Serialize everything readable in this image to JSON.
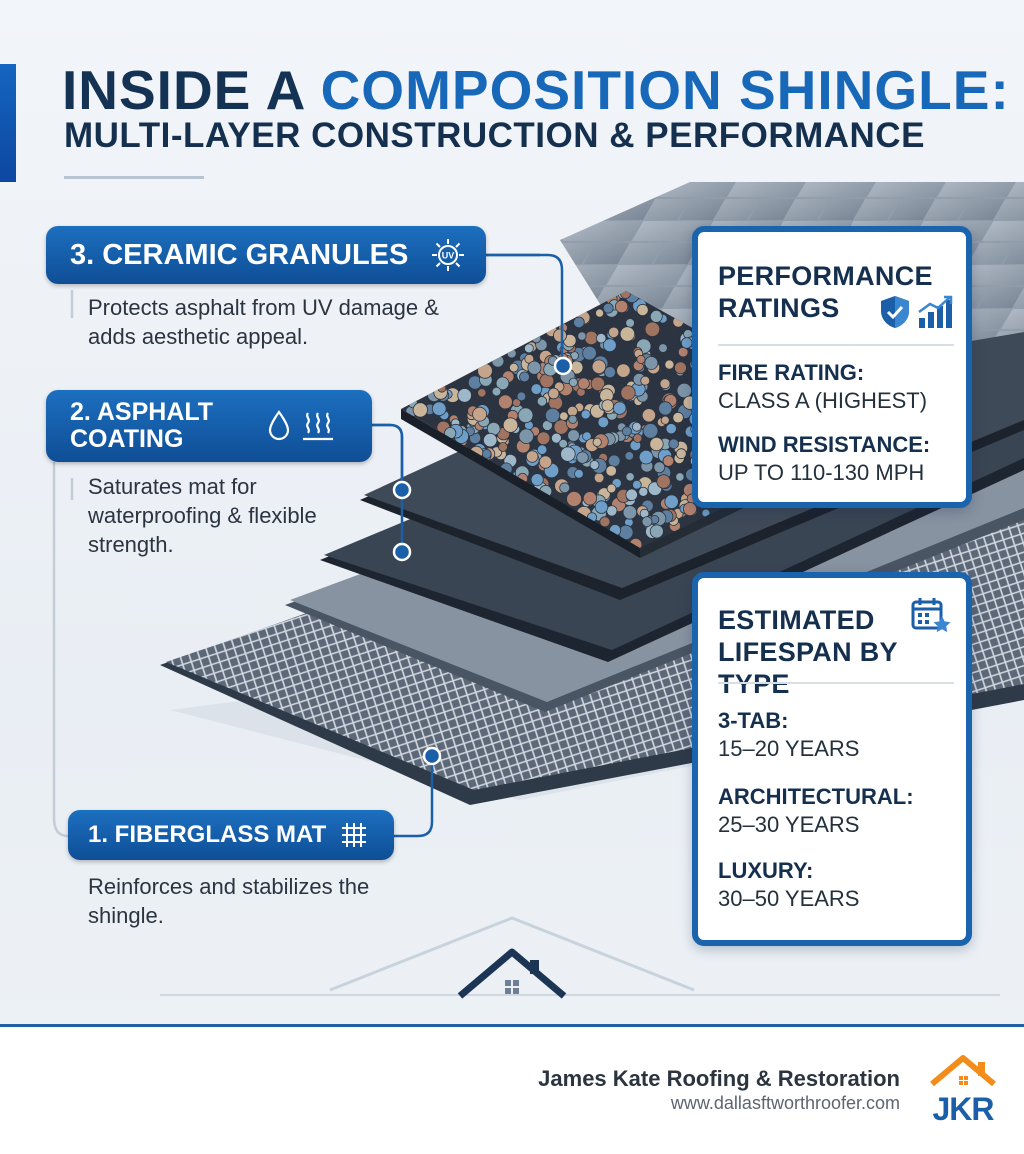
{
  "title": {
    "line1_dark": "INSIDE A ",
    "line1_blue": "COMPOSITION SHINGLE:",
    "line2": "MULTI-LAYER CONSTRUCTION & PERFORMANCE"
  },
  "layers": {
    "granules": {
      "label": "3. CERAMIC GRANULES",
      "description": "Protects asphalt from UV damage & adds aesthetic appeal.",
      "icon": "uv-sun-icon",
      "icon_text": "UV"
    },
    "asphalt": {
      "label": "2. ASPHALT COATING",
      "description": "Saturates mat for waterproofing & flexible strength.",
      "icons": [
        "water-drop-icon",
        "heat-waves-icon"
      ]
    },
    "fiberglass": {
      "label": "1. FIBERGLASS MAT",
      "description": "Reinforces and stabilizes the shingle.",
      "icon": "grid-mesh-icon"
    }
  },
  "performance": {
    "title": "PERFORMANCE RATINGS",
    "icons": [
      "shield-check-icon",
      "bar-chart-trend-icon"
    ],
    "fire_label": "FIRE RATING:",
    "fire_value": "CLASS A (HIGHEST)",
    "wind_label": "WIND RESISTANCE:",
    "wind_value": "UP TO 110-130 MPH"
  },
  "lifespan": {
    "title": "ESTIMATED LIFESPAN BY TYPE",
    "icon": "calendar-star-icon",
    "items": [
      {
        "label": "3-TAB:",
        "value": "15–20 YEARS"
      },
      {
        "label": "ARCHITECTURAL:",
        "value": "25–30 YEARS"
      },
      {
        "label": "LUXURY:",
        "value": "30–50 YEARS"
      }
    ]
  },
  "footer": {
    "company": "James Kate Roofing & Restoration",
    "website": "www.dallasftworthroofer.com",
    "logo_text": "JKR",
    "logo": "jkr-house-logo"
  },
  "colors": {
    "navy": "#143354",
    "blue": "#1768b8",
    "pill_blue": "#1565c0",
    "logo_orange": "#f28c1a"
  }
}
